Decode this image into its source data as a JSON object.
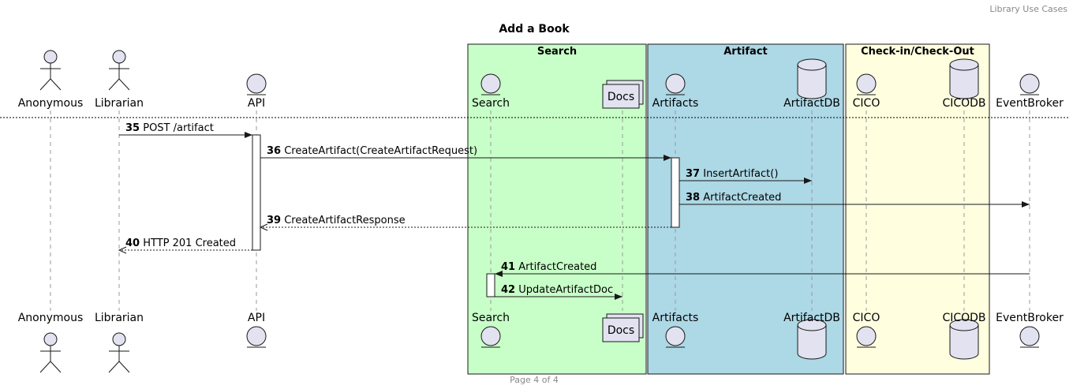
{
  "header_note": "Library Use Cases",
  "title": "Add a Book",
  "footer": "Page 4 of 4",
  "boxes": [
    {
      "id": "search",
      "title": "Search",
      "color": "#c8ffc8"
    },
    {
      "id": "artifact",
      "title": "Artifact",
      "color": "#add8e6"
    },
    {
      "id": "cico",
      "title": "Check-in/Check-Out",
      "color": "#ffffe0"
    }
  ],
  "participants": [
    {
      "id": "anonymous",
      "label": "Anonymous",
      "kind": "actor"
    },
    {
      "id": "librarian",
      "label": "Librarian",
      "kind": "actor"
    },
    {
      "id": "api",
      "label": "API",
      "kind": "entity"
    },
    {
      "id": "search",
      "label": "Search",
      "kind": "entity"
    },
    {
      "id": "docs",
      "label": "Docs",
      "kind": "collections"
    },
    {
      "id": "artifacts",
      "label": "Artifacts",
      "kind": "entity"
    },
    {
      "id": "artifactdb",
      "label": "ArtifactDB",
      "kind": "database"
    },
    {
      "id": "cico",
      "label": "CICO",
      "kind": "entity"
    },
    {
      "id": "cicodb",
      "label": "CICODB",
      "kind": "database"
    },
    {
      "id": "eventbroker",
      "label": "EventBroker",
      "kind": "entity"
    }
  ],
  "messages": [
    {
      "num": "35",
      "text": "POST /artifact",
      "from": "librarian",
      "to": "api",
      "style": "solid"
    },
    {
      "num": "36",
      "text": "CreateArtifact(CreateArtifactRequest)",
      "from": "api",
      "to": "artifacts",
      "style": "solid"
    },
    {
      "num": "37",
      "text": "InsertArtifact()",
      "from": "artifacts",
      "to": "artifactdb",
      "style": "solid"
    },
    {
      "num": "38",
      "text": "ArtifactCreated",
      "from": "artifacts",
      "to": "eventbroker",
      "style": "solid"
    },
    {
      "num": "39",
      "text": "CreateArtifactResponse",
      "from": "artifacts",
      "to": "api",
      "style": "dashed"
    },
    {
      "num": "40",
      "text": "HTTP 201 Created",
      "from": "api",
      "to": "librarian",
      "style": "dashed"
    },
    {
      "num": "41",
      "text": "ArtifactCreated",
      "from": "eventbroker",
      "to": "search",
      "style": "solid"
    },
    {
      "num": "42",
      "text": "UpdateArtifactDoc",
      "from": "search",
      "to": "docs",
      "style": "solid"
    }
  ]
}
